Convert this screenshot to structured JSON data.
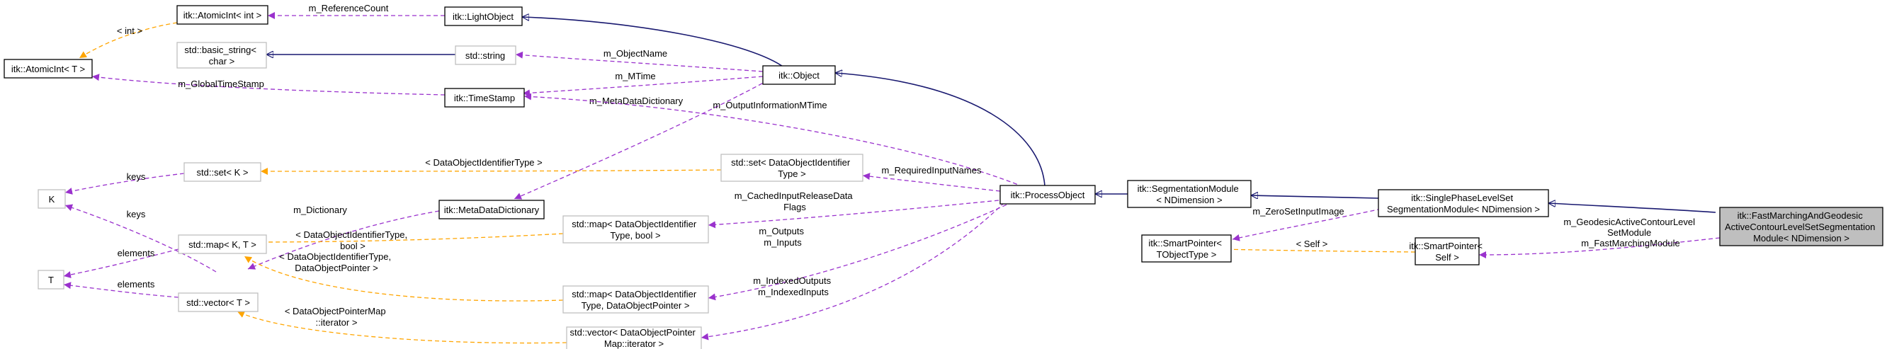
{
  "colors": {
    "inheritance": "#191970",
    "usage": "#9a32cd",
    "template": "#ffa500",
    "focus_fill": "#bfbfbf",
    "grey_border": "#bfbfbf"
  },
  "nodes": {
    "atomicint_int": [
      "itk::AtomicInt< int >"
    ],
    "atomicint_t": [
      "itk::AtomicInt< T >"
    ],
    "lightobject": [
      "itk::LightObject"
    ],
    "basic_string": [
      "std::basic_string<",
      "char >"
    ],
    "std_string": [
      "std::string"
    ],
    "timestamp": [
      "itk::TimeStamp"
    ],
    "object": [
      "itk::Object"
    ],
    "k": [
      "K"
    ],
    "t": [
      "T"
    ],
    "set_k": [
      "std::set< K >"
    ],
    "set_doit": [
      "std::set< DataObjectIdentifier",
      "Type >"
    ],
    "map_kt": [
      "std::map< K, T >"
    ],
    "metadatadictionary": [
      "itk::MetaDataDictionary"
    ],
    "map_doit_bool": [
      "std::map< DataObjectIdentifier",
      "Type, bool >"
    ],
    "map_doit_dop": [
      "std::map< DataObjectIdentifier",
      "Type, DataObjectPointer >"
    ],
    "vector_t": [
      "std::vector< T >"
    ],
    "vector_dopm": [
      "std::vector< DataObjectPointer",
      "Map::iterator >"
    ],
    "processobject": [
      "itk::ProcessObject"
    ],
    "segmentationmodule": [
      "itk::SegmentationModule",
      "< NDimension >"
    ],
    "smartpointer_t": [
      "itk::SmartPointer<",
      "TObjectType >"
    ],
    "singlephase": [
      "itk::SinglePhaseLevelSet",
      "SegmentationModule< NDimension >"
    ],
    "smartpointer_self": [
      "itk::SmartPointer<",
      "Self >"
    ],
    "fastmarching": [
      "itk::FastMarchingAndGeodesic",
      "ActiveContourLevelSetSegmentation",
      "Module< NDimension >"
    ]
  },
  "edges": {
    "int_tpl": [
      "< int >"
    ],
    "ref_count": [
      "m_ReferenceCount"
    ],
    "global_ts": [
      "m_GlobalTimeStamp"
    ],
    "object_name": [
      "m_ObjectName"
    ],
    "mtime": [
      "m_MTime"
    ],
    "meta_dict": [
      "m_MetaDataDictionary"
    ],
    "output_info": [
      "m_OutputInformationMTime"
    ],
    "doit_tpl": [
      "< DataObjectIdentifierType >"
    ],
    "keys_set": [
      "keys"
    ],
    "keys_map": [
      "keys"
    ],
    "dictionary": [
      "m_Dictionary"
    ],
    "required_inputs": [
      "m_RequiredInputNames"
    ],
    "cached_flags": [
      "m_CachedInputReleaseData",
      "Flags"
    ],
    "doit_bool_tpl": [
      "< DataObjectIdentifierType,",
      "bool >"
    ],
    "elements_map": [
      "elements"
    ],
    "doit_dop_tpl": [
      "< DataObjectIdentifierType,",
      "DataObjectPointer >"
    ],
    "outputs_inputs": [
      "m_Outputs",
      "m_Inputs"
    ],
    "elements_vec": [
      "elements"
    ],
    "dopm_tpl": [
      "< DataObjectPointerMap",
      "::iterator >"
    ],
    "indexed": [
      "m_IndexedOutputs",
      "m_IndexedInputs"
    ],
    "zero_set": [
      "m_ZeroSetInputImage"
    ],
    "self_tpl": [
      "< Self >"
    ],
    "geodesic_fm": [
      "m_GeodesicActiveContourLevel",
      "SetModule",
      "m_FastMarchingModule"
    ]
  }
}
